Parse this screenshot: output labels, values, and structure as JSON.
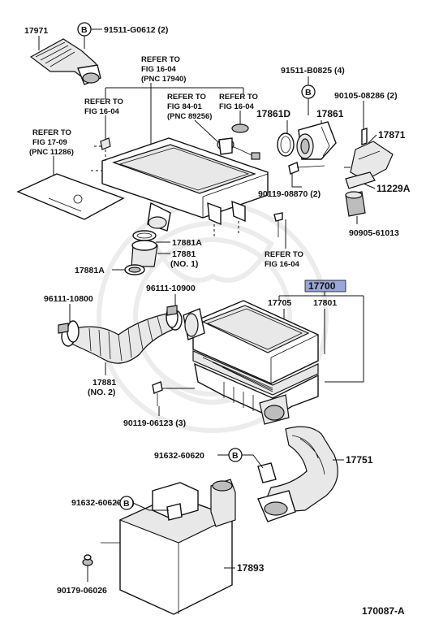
{
  "labels": {
    "p17971": "17971",
    "b1": "B",
    "p91511_g0612": "91511-G0612 (2)",
    "refer_fig1604_a1": "REFER TO",
    "refer_fig1604_a2": "FIG 16-04",
    "refer_fig1604_a3": "(PNC 17940)",
    "p91511_b0825": "91511-B0825 (4)",
    "refer_fig1604_b1": "REFER TO",
    "refer_fig1604_b2": "FIG 16-04",
    "refer_fig8401_1": "REFER TO",
    "refer_fig8401_2": "FIG 84-01",
    "refer_fig8401_3": "(PNC 89256)",
    "refer_fig1604_c1": "REFER TO",
    "refer_fig1604_c2": "FIG 16-04",
    "b2": "B",
    "p90105_08286": "90105-08286 (2)",
    "p17861d": "17861D",
    "p17861": "17861",
    "p17871": "17871",
    "refer_fig1709_1": "REFER TO",
    "refer_fig1709_2": "FIG 17-09",
    "refer_fig1709_3": "(PNC 11286)",
    "p11229a": "11229A",
    "p90119_08870": "90119-08870 (2)",
    "p90905_61013": "90905-61013",
    "p17881a_top": "17881A",
    "p17881_no1_a": "17881",
    "p17881_no1_b": "(NO. 1)",
    "p17881a_left": "17881A",
    "refer_fig1604_d1": "REFER TO",
    "refer_fig1604_d2": "FIG 16-04",
    "p17700": "17700",
    "p96111_10800": "96111-10800",
    "p96111_10900": "96111-10900",
    "p17705": "17705",
    "p17801": "17801",
    "p17881_no2_a": "17881",
    "p17881_no2_b": "(NO. 2)",
    "p90119_06123": "90119-06123 (3)",
    "p91632_60620": "91632-60620",
    "b3": "B",
    "p17751": "17751",
    "p91632_60620_2": "91632-60620 (2)",
    "b4": "B",
    "p17893": "17893",
    "p90179_06026": "90179-06026",
    "figure_code": "170087-A"
  },
  "colors": {
    "ink": "#111111",
    "highlight": "#9aa6d8",
    "watermark": "#ececec"
  }
}
